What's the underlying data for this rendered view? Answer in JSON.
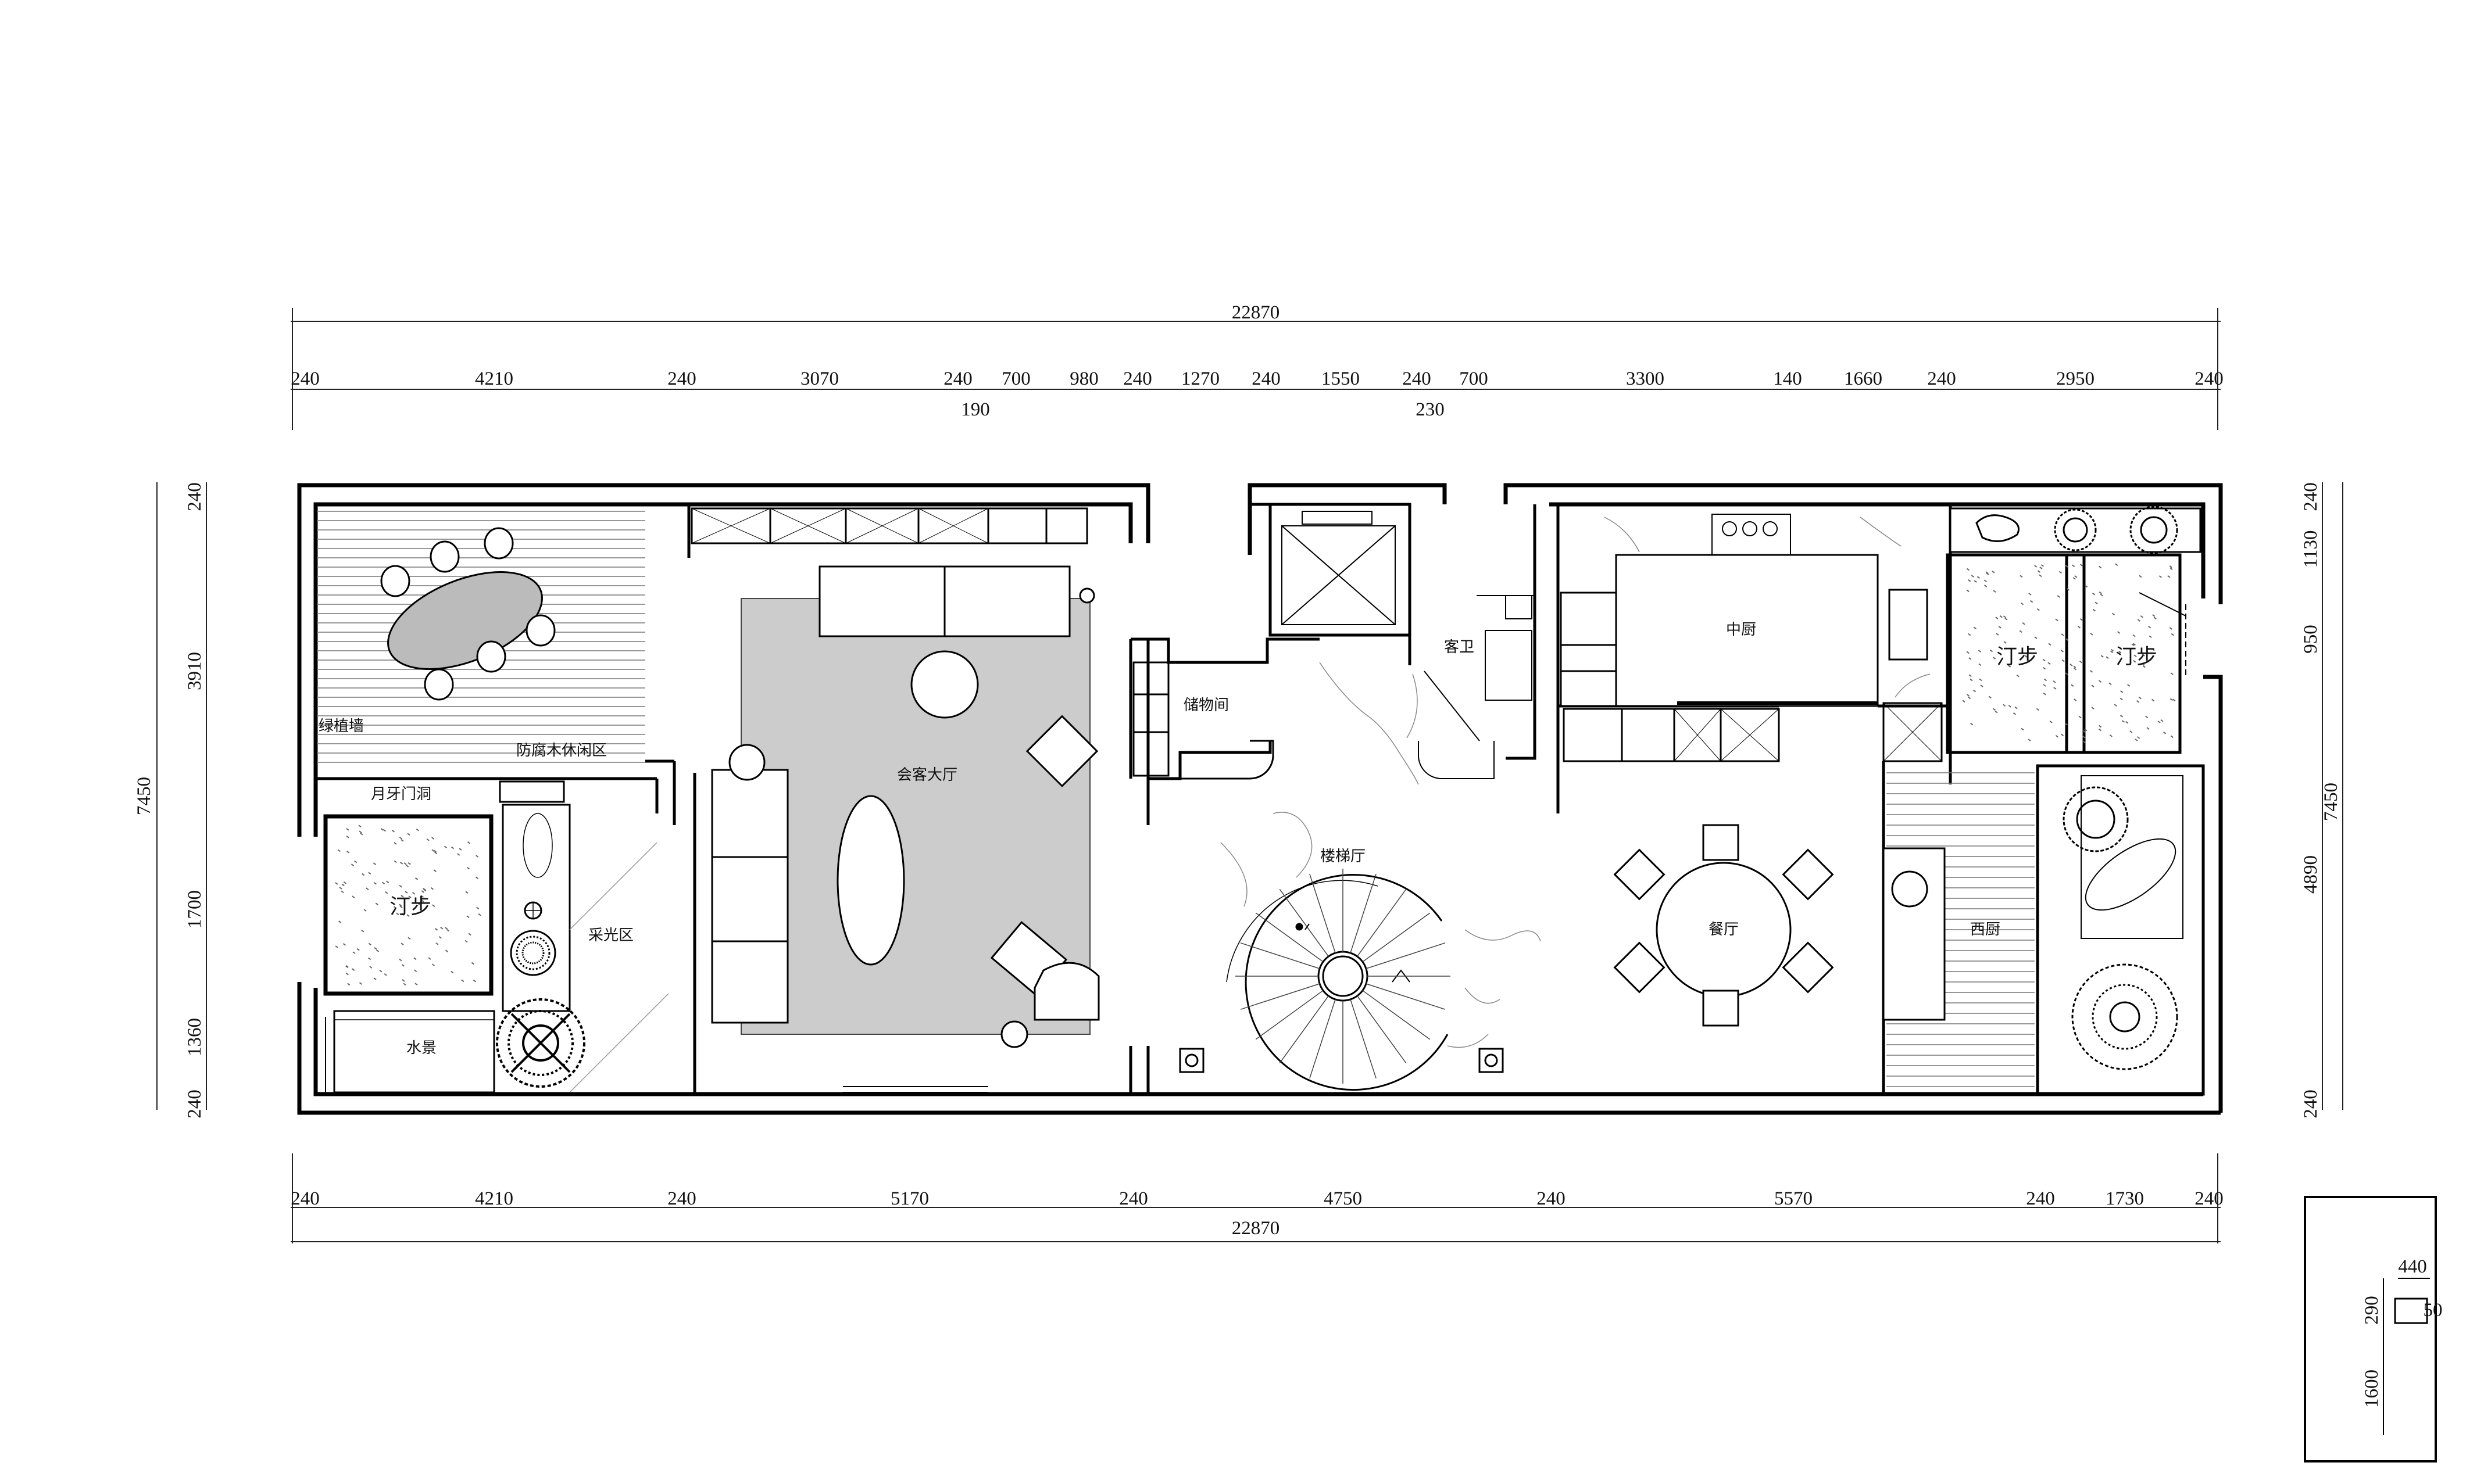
{
  "overall_width": "22870",
  "overall_depth": "7450",
  "top_dims": [
    "240",
    "4210",
    "240",
    "3070",
    "240",
    "700",
    "980",
    "240",
    "1270",
    "240",
    "1550",
    "240",
    "700",
    "3300",
    "140",
    "1660",
    "240",
    "2950",
    "240"
  ],
  "top_sub_dims": [
    "190",
    "230"
  ],
  "bottom_dims": [
    "240",
    "4210",
    "240",
    "5170",
    "240",
    "4750",
    "240",
    "5570",
    "240",
    "1730",
    "240"
  ],
  "left_dims": [
    "240",
    "3910",
    "1700",
    "1360",
    "240"
  ],
  "right_dims": [
    "240",
    "1130",
    "950",
    "4890",
    "240"
  ],
  "rooms": {
    "green_wall": "绿植墙",
    "deck": "防腐木休闲区",
    "moon_gate": "月牙门洞",
    "stepping_left": "汀步",
    "water_feature": "水景",
    "skylight": "采光区",
    "reception_hall": "会客大厅",
    "storage": "储物间",
    "guest_bath": "客卫",
    "stair_hall": "楼梯厅",
    "chinese_kitchen": "中厨",
    "dining": "餐厅",
    "western_kitchen": "西厨",
    "stepping_right_1": "汀步",
    "stepping_right_2": "汀步"
  },
  "detail": {
    "d1": "440",
    "d2": "50",
    "d3": "290",
    "d4": "1600"
  }
}
